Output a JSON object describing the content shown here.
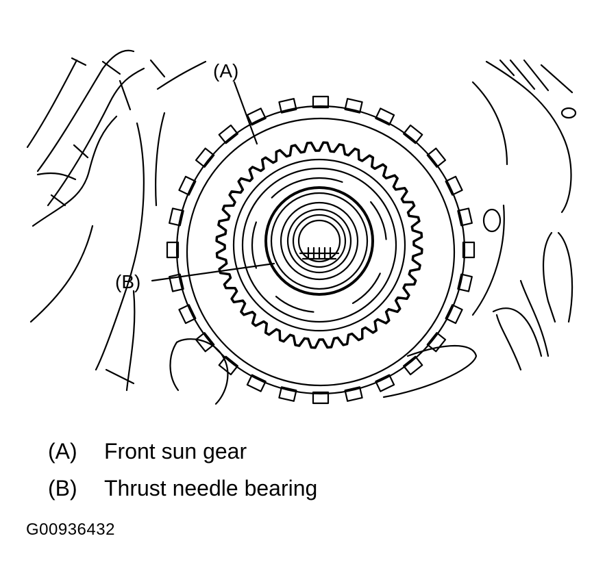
{
  "callouts": [
    {
      "id": "A",
      "label": "(A)"
    },
    {
      "id": "B",
      "label": "(B)"
    }
  ],
  "legend": [
    {
      "letter": "(A)",
      "text": "Front sun gear"
    },
    {
      "letter": "(B)",
      "text": "Thrust needle bearing"
    }
  ],
  "figure_code": "G00936432"
}
